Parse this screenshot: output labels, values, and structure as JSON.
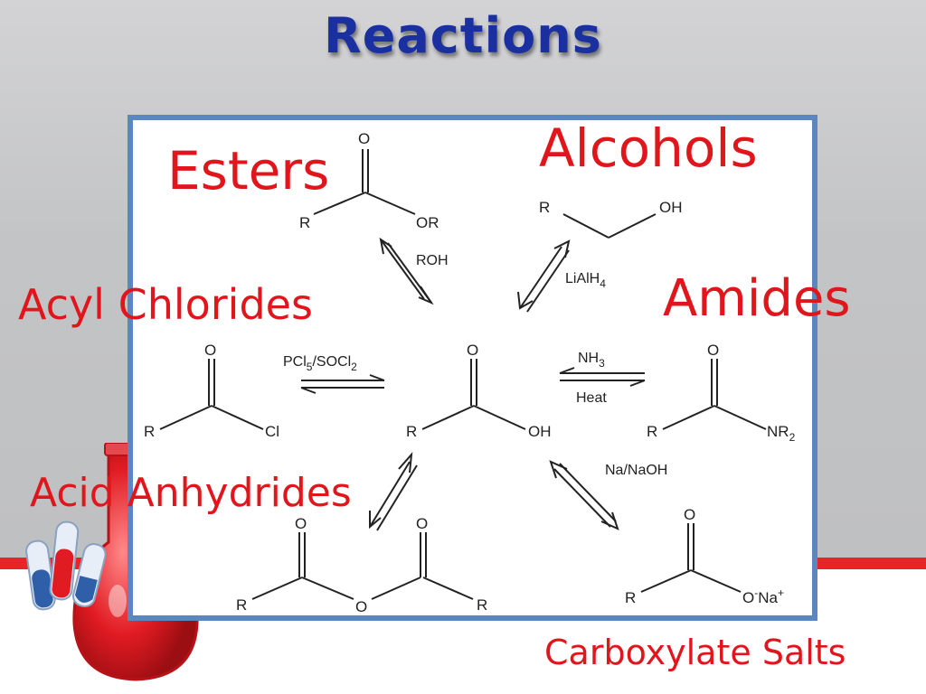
{
  "slide": {
    "title": "Reactions"
  },
  "labels": {
    "esters": "Esters",
    "alcohols": "Alcohols",
    "acyl_chlorides": "Acyl Chlorides",
    "amides": "Amides",
    "acid_anhydrides": "Acid Anhydrides",
    "carboxylate_salts": "Carboxylate Salts"
  },
  "reagents": {
    "ester": "ROH",
    "alcohol": "LiAlH",
    "alcohol_sub": "4",
    "acyl_chloride": [
      "PCl",
      "5",
      "/SOCl",
      "2"
    ],
    "amide_top": [
      "NH",
      "3"
    ],
    "amide_bottom": "Heat",
    "salt": "Na/NaOH"
  },
  "atoms": {
    "O": "O",
    "R": "R",
    "OR": "OR",
    "OH": "OH",
    "Cl": "Cl",
    "NR2": [
      "NR",
      "2"
    ],
    "salt_O": [
      "O",
      "-",
      "Na",
      "+"
    ]
  },
  "colors": {
    "title": "#1a2fa0",
    "label": "#e0161c",
    "panel_border": "#5a86c2",
    "accent_band": "#e8242a"
  },
  "decoration": {
    "flask": "chemistry-flask-illustration"
  }
}
